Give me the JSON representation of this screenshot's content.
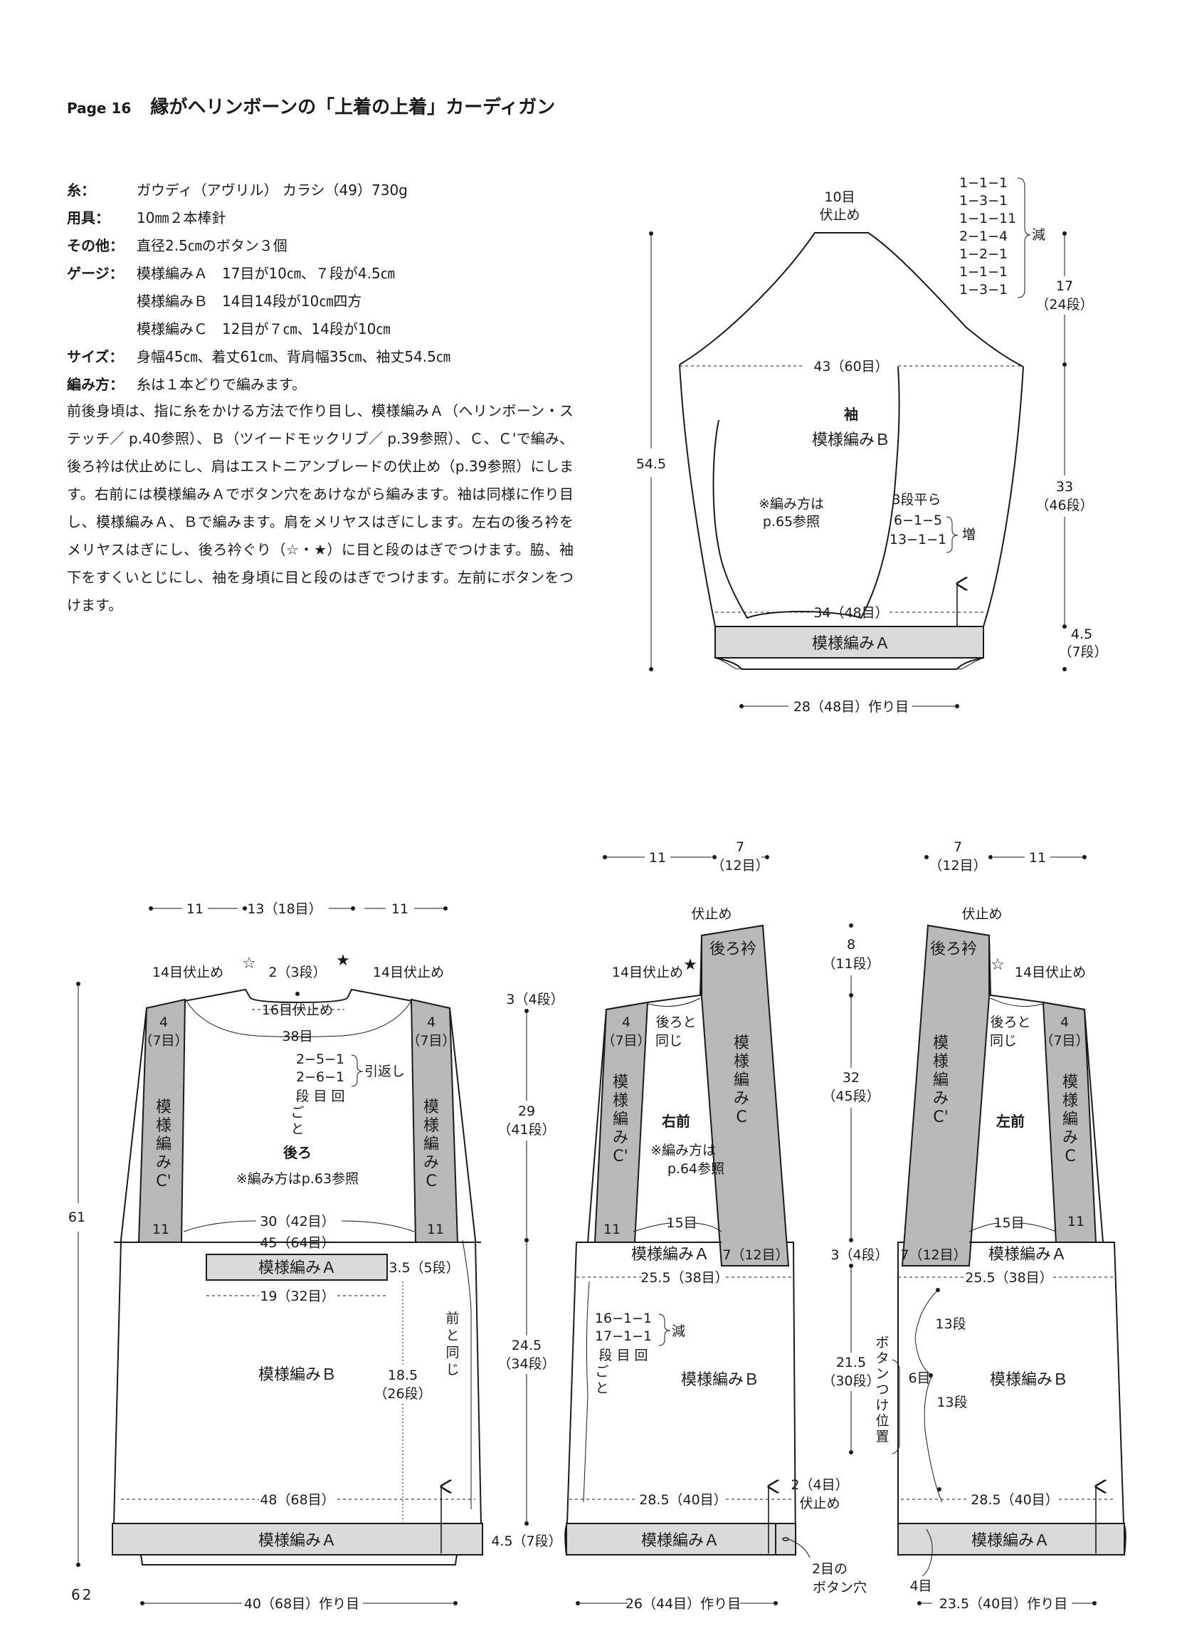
{
  "header": {
    "page_label": "Page 16",
    "title": "縁がヘリンボーンの「上着の上着」カーディガン"
  },
  "spec": {
    "yarn_key": "糸：",
    "yarn": "ガウディ（アヴリル） カラシ（49）730g",
    "tools_key": "用具：",
    "tools": "10㎜２本棒針",
    "other_key": "その他：",
    "other": "直径2.5㎝のボタン３個",
    "gauge_key": "ゲージ：",
    "gauge_a": "模様編みＡ　17目が10㎝、７段が4.5㎝",
    "gauge_b": "模様編みＢ　14目14段が10㎝四方",
    "gauge_c": "模様編みＣ　12目が７㎝、14段が10㎝",
    "size_key": "サイズ：",
    "size": "身幅45㎝、着丈61㎝、背肩幅35㎝、袖丈54.5㎝",
    "method_key": "編み方：",
    "method": "糸は１本どりで編みます。"
  },
  "instructions": "前後身頃は、指に糸をかける方法で作り目し、模様編みＡ（ヘリンボーン・ステッチ／ p.40参照）、Ｂ（ツイードモックリブ／ p.39参照）、Ｃ、Ｃ'で編み、後ろ衿は伏止めにし、肩はエストニアンブレードの伏止め（p.39参照）にします。右前には模様編みＡでボタン穴をあけながら編みます。袖は同様に作り目し、模様編みＡ、Ｂで編みます。肩をメリヤスはぎにします。左右の後ろ衿をメリヤスはぎにし、後ろ衿ぐり（☆・★）に目と段のはぎでつけます。脇、袖下をすくいとじにし、袖を身頃に目と段のはぎでつけます。左前にボタンをつけます。",
  "sleeve": {
    "top_bo": [
      "10目",
      "伏止め"
    ],
    "dec_rows": [
      "1−1−1",
      "1−3−1",
      "1−1−11",
      "2−1−4",
      "1−2−1",
      "1−1−1",
      "1−3−1"
    ],
    "dec_label": "減",
    "cap_h": [
      "17",
      "（24段）"
    ],
    "width": "43（60目）",
    "title": "袖",
    "pattern_b": "模様編みＢ",
    "note": [
      "※編み方は",
      "p.65参照"
    ],
    "inc_rows": [
      "3段平ら",
      "6−1−5",
      "13−1−1"
    ],
    "inc_label": "増",
    "total_h": "54.5",
    "body_h": [
      "33",
      "（46段）"
    ],
    "lower_w": "34（48目）",
    "cuff": "模様編みＡ",
    "cuff_h": [
      "4.5",
      "（7段）"
    ],
    "cast_on": "28（48目）作り目"
  },
  "back": {
    "top_dims": [
      "11",
      "13（18目）",
      "11"
    ],
    "bo_left": "14目伏止め",
    "bo_right": "14目伏止め",
    "neck_rows": "2（3段）",
    "neck_bo": "16目伏止め",
    "neck_w": "38目",
    "short_rows": [
      "2−5−1",
      "2−6−1",
      "段 目 回",
      "ご",
      "と"
    ],
    "short_label": "引返し",
    "band_w": [
      "4",
      "（7目）"
    ],
    "band_left": [
      "模",
      "様",
      "編",
      "み",
      "C'"
    ],
    "band_right": [
      "模",
      "様",
      "編",
      "み",
      "C"
    ],
    "title": "後ろ",
    "note": "※編み方はp.63参照",
    "eleven": "11",
    "w30": "30（42目）",
    "w45": "45（64目）",
    "yoke": "模様編みＡ",
    "yoke_h": "3.5（5段）",
    "w19": "19（32目）",
    "pattern_b": "模様編みＢ",
    "h18": [
      "18.5",
      "（26段）"
    ],
    "same_front": [
      "前",
      "と",
      "同",
      "じ"
    ],
    "w48": "48（68目）",
    "hem": "模様編みＡ",
    "total_h": "61",
    "cast_on": "40（68目）作り目"
  },
  "heights": {
    "h3": "3（4段）",
    "h29": [
      "29",
      "（41段）"
    ],
    "h24": [
      "24.5",
      "（34段）"
    ],
    "h45": "4.5（7段）",
    "h8": [
      "8",
      "（11段）"
    ],
    "h32": [
      "32",
      "（45段）"
    ],
    "h3b": "3（4段）",
    "h21": [
      "21.5",
      "（30段）"
    ]
  },
  "right_front": {
    "top_w": "11",
    "col_w": [
      "7",
      "（12目）"
    ],
    "bo": "伏止め",
    "bo_side": "14目伏止め",
    "same_back": [
      "後ろと",
      "同じ"
    ],
    "band_left": [
      "模",
      "様",
      "編",
      "み",
      "C'"
    ],
    "band_right": [
      "模",
      "様",
      "編",
      "み",
      "C"
    ],
    "collar": "後ろ衿",
    "title": "右前",
    "note": [
      "※編み方は",
      "p.64参照"
    ],
    "band_w": [
      "4",
      "（7目）"
    ],
    "eleven": "11",
    "w15": "15目",
    "yoke": "模様編みＡ",
    "col_bottom": "7（12目）",
    "w25": "25.5（38目）",
    "dec_rows": [
      "16−1−1",
      "17−1−1",
      "段 目 回",
      "ご",
      "と"
    ],
    "dec_label": "減",
    "pattern_b": "模様編みＢ",
    "w28": "28.5（40目）",
    "bo2": [
      "2（4目）",
      "伏止め"
    ],
    "hem": "模様編みＡ",
    "buttonhole": [
      "2目の",
      "ボタン穴"
    ],
    "cast_on": "26（44目）作り目"
  },
  "left_front": {
    "col_w": [
      "7",
      "（12目）"
    ],
    "top_w": "11",
    "bo": "伏止め",
    "bo_side": "14目伏止め",
    "collar": "後ろ衿",
    "same_back": [
      "後ろと",
      "同じ"
    ],
    "band_left": [
      "模",
      "様",
      "編",
      "み",
      "C'"
    ],
    "band_right": [
      "模",
      "様",
      "編",
      "み",
      "C"
    ],
    "band_w": [
      "4",
      "（7目）"
    ],
    "title": "左前",
    "col_bottom": "7（12目）",
    "w15": "15目",
    "eleven": "11",
    "yoke": "模様編みＡ",
    "w25": "25.5（38目）",
    "r13a": "13段",
    "r6": "6目",
    "r13b": "13段",
    "button_pos": [
      "ボ",
      "タ",
      "ン",
      "つ",
      "け",
      "位",
      "置"
    ],
    "pattern_b": "模様編みＢ",
    "w28": "28.5（40目）",
    "hem": "模様編みＡ",
    "four": "4目",
    "cast_on": "23.5（40目）作り目"
  },
  "page_number": "62",
  "colors": {
    "band_fill": "#b9b9b9",
    "hem_fill": "#dadada",
    "line": "#1a1a1a"
  }
}
